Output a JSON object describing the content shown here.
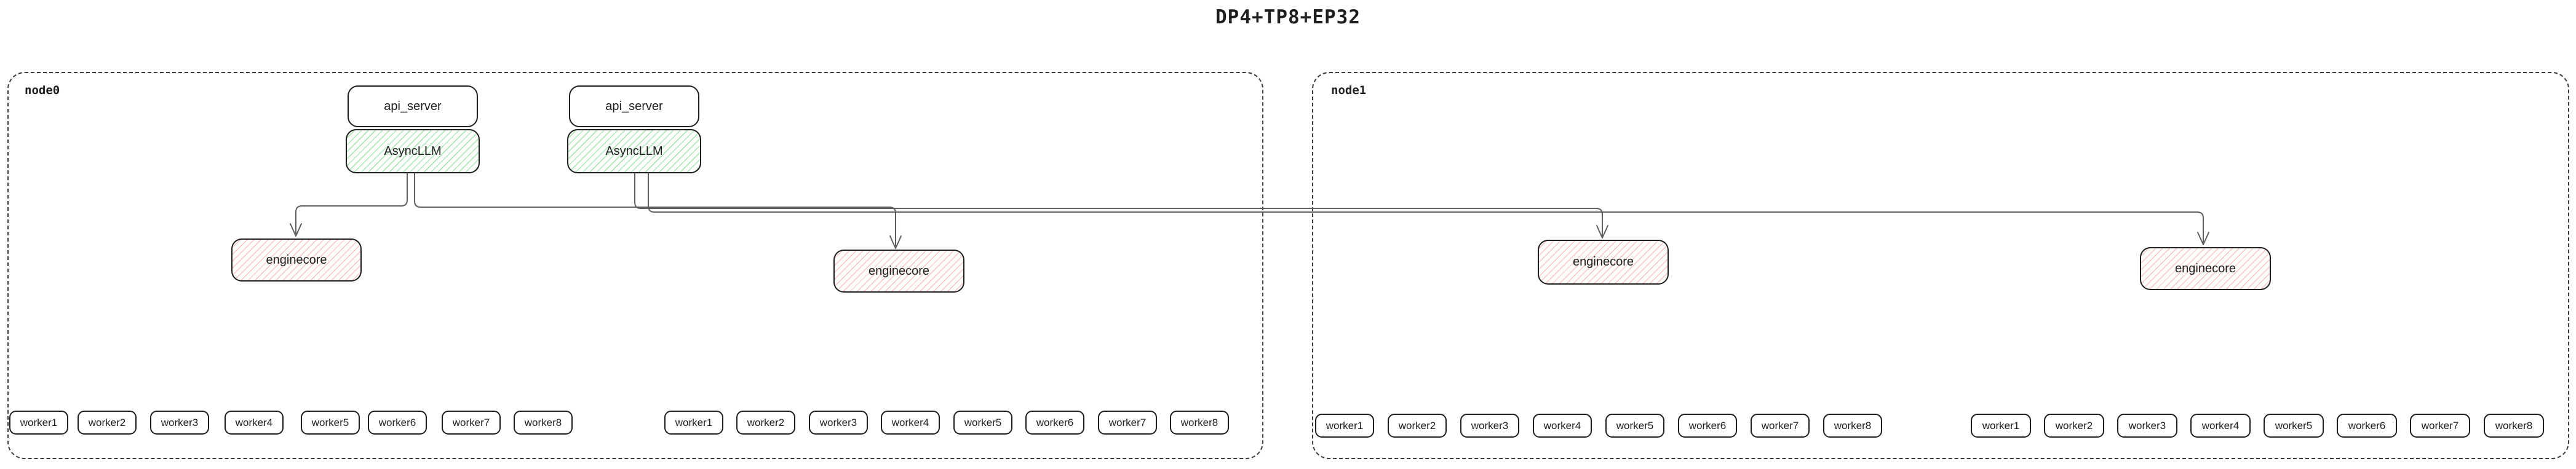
{
  "title": "DP4+TP8+EP32",
  "colors": {
    "background": "#ffffff",
    "box_border": "#1e1e1e",
    "node_border": "#3c3c3c",
    "connector": "#5f5f5f",
    "green_accent": "#40c057",
    "red_accent": "#e03131",
    "text": "#1e1e1e"
  },
  "nodes": [
    {
      "label": "node0",
      "stacks": [
        {
          "api_server": "api_server",
          "async_llm": "AsyncLLM"
        },
        {
          "api_server": "api_server",
          "async_llm": "AsyncLLM"
        }
      ],
      "enginecores": [
        "enginecore",
        "enginecore"
      ],
      "worker_groups": [
        [
          "worker1",
          "worker2",
          "worker3",
          "worker4",
          "worker5",
          "worker6",
          "worker7",
          "worker8"
        ],
        [
          "worker1",
          "worker2",
          "worker3",
          "worker4",
          "worker5",
          "worker6",
          "worker7",
          "worker8"
        ]
      ]
    },
    {
      "label": "node1",
      "stacks": [],
      "enginecores": [
        "enginecore",
        "enginecore"
      ],
      "worker_groups": [
        [
          "worker1",
          "worker2",
          "worker3",
          "worker4",
          "worker5",
          "worker6",
          "worker7",
          "worker8"
        ],
        [
          "worker1",
          "worker2",
          "worker3",
          "worker4",
          "worker5",
          "worker6",
          "worker7",
          "worker8"
        ]
      ]
    }
  ]
}
